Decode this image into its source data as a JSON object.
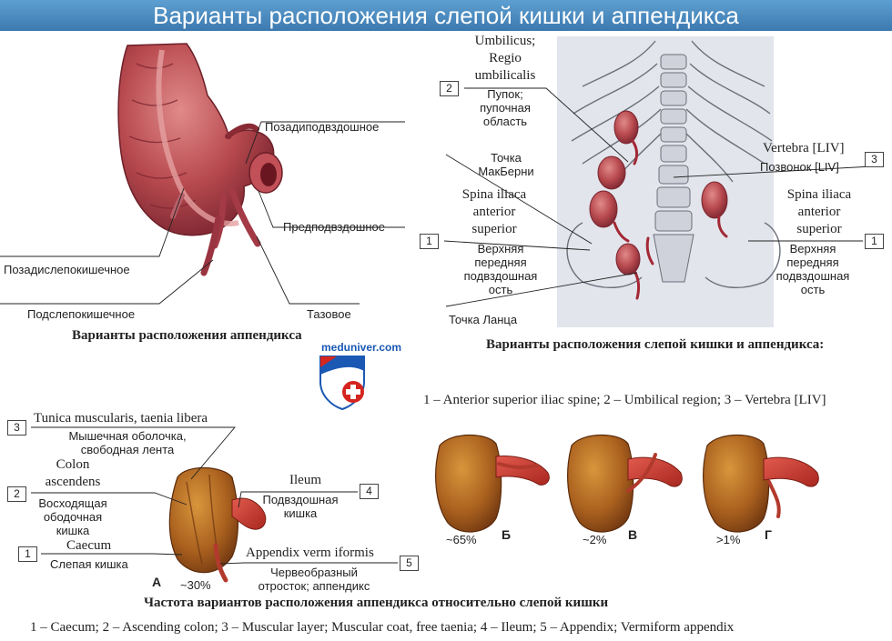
{
  "title": "Варианты расположения слепой кишки и аппендикса",
  "watermark": {
    "site": "meduniver.com",
    "logo_colors": [
      "#1a58b4",
      "#d4251f"
    ]
  },
  "panel_appendix": {
    "caption": "Варианты расположения аппендикса",
    "labels": {
      "retroileal": "Позадиподвздошное",
      "preileal": "Предподвздошное",
      "retrocecal": "Позадислепокишечное",
      "subcecal": "Подслепокишечное",
      "pelvic": "Тазовое"
    }
  },
  "panel_torso": {
    "caption": "Варианты расположения слепой кишки и аппендикса:",
    "labels": {
      "umbilicus_lat": "Umbilicus;\nRegio\numbilicalis",
      "umbilicus_ru": "Пупок;\nпупочная\nобласть",
      "mcburney": "Точка\nМакБерни",
      "spina_left_lat": "Spina iliaca\nanterior\nsuperior",
      "spina_left_ru": "Верхняя\nпередняя\nподвздошная\nость",
      "lanz": "Точка Ланца",
      "vertebra_lat": "Vertebra [LIV]",
      "vertebra_ru": "Позвонок [LIV]",
      "spina_right_lat": "Spina iliaca\nanterior\nsuperior",
      "spina_right_ru": "Верхняя\nпередняя\nподвздошная\nость"
    },
    "numbers": {
      "umbilicus": "2",
      "spina_left": "1",
      "vertebra": "3",
      "spina_right": "1"
    },
    "legend": "1 – Anterior superior iliac spine; 2 – Umbilical region; 3 – Vertebra [LIV]"
  },
  "panel_cecum": {
    "labels": {
      "tunica_lat": "Tunica muscularis, taenia libera",
      "tunica_ru": "Мышечная оболочка,\nсвободная лента",
      "colon_lat": "Colon\nascendens",
      "colon_ru": "Восходящая\nободочная\nкишка",
      "caecum_lat": "Caecum",
      "caecum_ru": "Слепая кишка",
      "ileum_lat": "Ileum",
      "ileum_ru": "Подвздошная\nкишка",
      "appendix_lat": "Appendix verm iformis",
      "appendix_ru": "Червеобразный\nотросток; аппендикс"
    },
    "numbers": {
      "tunica": "3",
      "colon": "2",
      "caecum": "1",
      "ileum": "4",
      "appendix": "5"
    },
    "variants": [
      {
        "letter": "А",
        "percent": "~30%"
      },
      {
        "letter": "Б",
        "percent": "~65%"
      },
      {
        "letter": "В",
        "percent": "~2%"
      },
      {
        "letter": "Г",
        "percent": ">1%"
      }
    ],
    "caption": "Частота вариантов расположения аппендикса относительно слепой кишки",
    "legend": "1 – Caecum; 2 – Ascending colon; 3 – Muscular layer; Muscular coat, free taenia; 4 – Ileum; 5 – Appendix; Vermiform appendix"
  }
}
